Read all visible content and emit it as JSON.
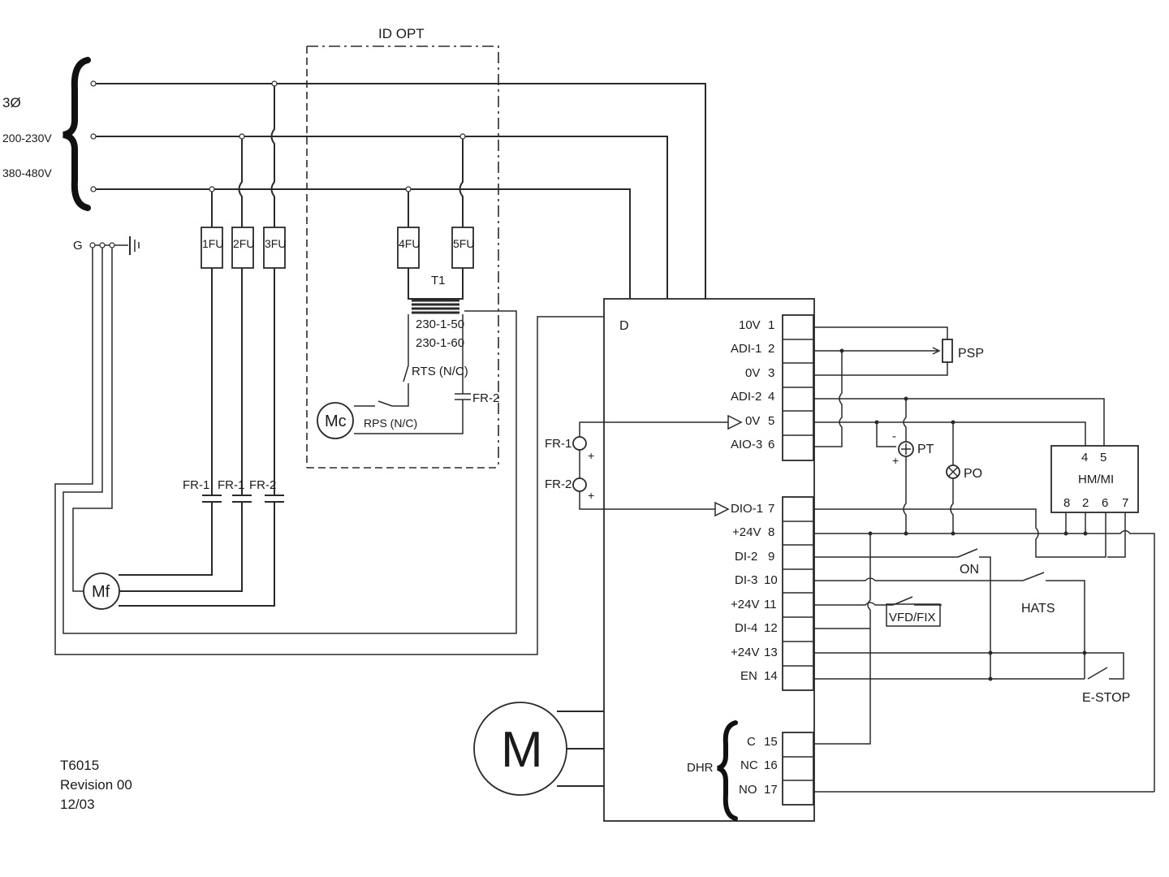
{
  "supply": {
    "phase": "3Ø",
    "voltage_1": "200-230V",
    "voltage_2": "380-480V",
    "ground": "G"
  },
  "fuses": [
    "1FU",
    "2FU",
    "3FU",
    "4FU",
    "5FU"
  ],
  "transformer": {
    "label": "T1",
    "rating_1": "230-1-50",
    "rating_2": "230-1-60"
  },
  "id_option_label": "ID OPT",
  "components": {
    "rts": "RTS (N/C)",
    "rps": "RPS (N/C)",
    "mc": "Mc",
    "mf": "Mf",
    "motor": "M",
    "fr1": "FR-1",
    "fr2": "FR-2",
    "fr_contacts": [
      "FR-1",
      "FR-1",
      "FR-2"
    ]
  },
  "drive": {
    "label": "D",
    "terminals": [
      {
        "name": "10V",
        "num": "1"
      },
      {
        "name": "ADI-1",
        "num": "2"
      },
      {
        "name": "0V",
        "num": "3"
      },
      {
        "name": "ADI-2",
        "num": "4"
      },
      {
        "name": "0V",
        "num": "5"
      },
      {
        "name": "AIO-3",
        "num": "6"
      },
      {
        "name": "DIO-1",
        "num": "7"
      },
      {
        "name": "+24V",
        "num": "8"
      },
      {
        "name": "DI-2",
        "num": "9"
      },
      {
        "name": "DI-3",
        "num": "10"
      },
      {
        "name": "+24V",
        "num": "11"
      },
      {
        "name": "DI-4",
        "num": "12"
      },
      {
        "name": "+24V",
        "num": "13"
      },
      {
        "name": "EN",
        "num": "14"
      },
      {
        "name": "C",
        "num": "15"
      },
      {
        "name": "NC",
        "num": "16"
      },
      {
        "name": "NO",
        "num": "17"
      }
    ],
    "relay_group": "DHR"
  },
  "external": {
    "psp": "PSP",
    "pt": "PT",
    "po": "PO",
    "hmi": "HM/MI",
    "hmi_top": [
      "4",
      "5"
    ],
    "hmi_bottom": [
      "8",
      "2",
      "6",
      "7"
    ],
    "on": "ON",
    "hats": "HATS",
    "vfd_fix": "VFD/FIX",
    "estop": "E-STOP",
    "minus": "-",
    "plus": "+"
  },
  "footer": {
    "doc": "T6015",
    "revision": "Revision 00",
    "date": "12/03"
  }
}
